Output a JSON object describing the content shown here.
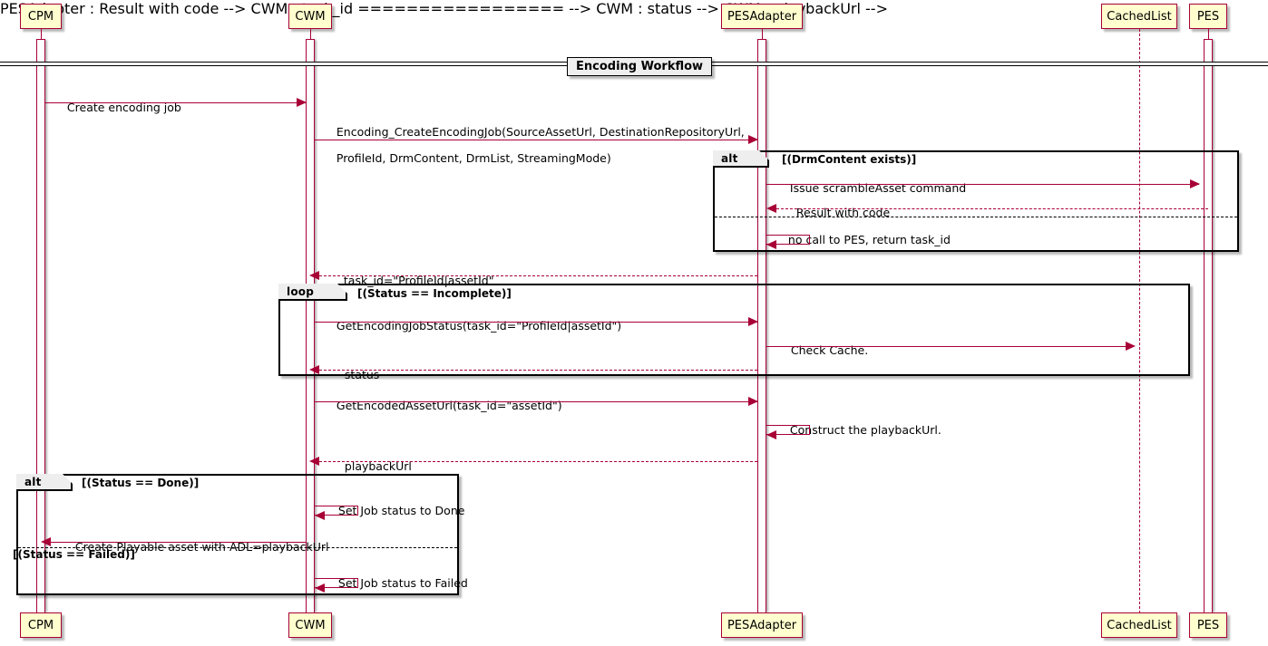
{
  "diagram": {
    "type": "uml-sequence-diagram",
    "title_divider": "Encoding Workflow",
    "colors": {
      "participant_fill": "#FEFECE",
      "participant_border": "#A80036",
      "message_line": "#A80036",
      "frame_border": "#000000",
      "frame_tab_fill": "#EEEEEE"
    }
  },
  "participants": [
    {
      "name": "CPM",
      "label": "CPM"
    },
    {
      "name": "CWM",
      "label": "CWM"
    },
    {
      "name": "PESAdapter",
      "label": "PESAdapter"
    },
    {
      "name": "CachedList",
      "label": "CachedList"
    },
    {
      "name": "PES",
      "label": "PES"
    }
  ],
  "participants_bottom": [
    {
      "label": "CPM"
    },
    {
      "label": "CWM"
    },
    {
      "label": "PESAdapter"
    },
    {
      "label": "CachedList"
    },
    {
      "label": "PES"
    }
  ],
  "messages": {
    "create_encoding_job": "Create encoding job",
    "encoding_create_job_l1": "Encoding_CreateEncodingJob(SourceAssetUrl, DestinationRepositoryUrl,",
    "encoding_create_job_l2": "ProfileId, DrmContent, DrmList, StreamingMode)",
    "issue_scramble": "Issue scrambleAsset command",
    "result_with_code": "Result with code",
    "no_call_to_pes": "no call to PES, return task_id",
    "task_id_return": "task_id=\"ProfileId|assetId\"",
    "get_encoding_job_status": "GetEncodingJobStatus(task_id=\"ProfileId|assetId\")",
    "check_cache": "Check Cache.",
    "status_return": "status",
    "get_encoded_asset_url": "GetEncodedAssetUrl(task_id=\"assetId\")",
    "construct_playback_url": "Construct the playbackUrl.",
    "playback_url_return": "playbackUrl",
    "set_job_status_done": "Set Job status to Done",
    "create_playable_asset": "Create Playable asset with ADL=playbackUrl",
    "set_job_status_failed": "Set Job status to Failed"
  },
  "groups": {
    "alt_drm": {
      "operator": "alt",
      "guard": "[(DrmContent exists)]",
      "else_guard": ""
    },
    "loop_status": {
      "operator": "loop",
      "guard": "[(Status == Incomplete)]"
    },
    "alt_done": {
      "operator": "alt",
      "guard": "[(Status == Done)]",
      "else_guard": "[(Status == Failed)]"
    }
  }
}
